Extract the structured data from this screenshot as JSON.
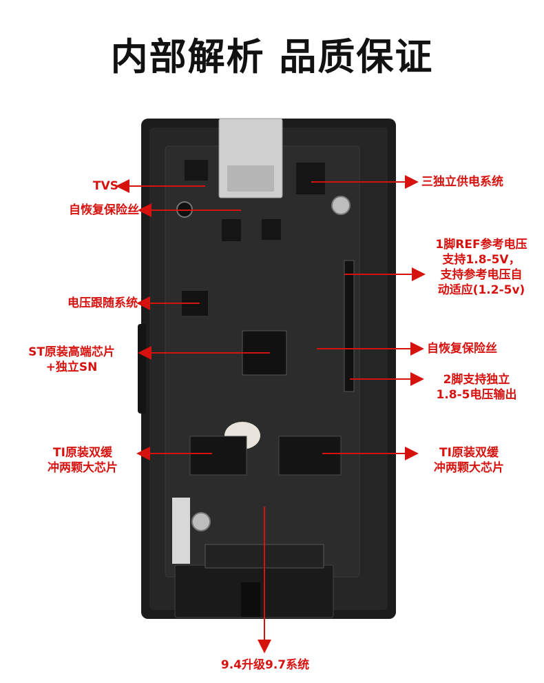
{
  "title": "内部解析  品质保证",
  "colors": {
    "annotation": "#d6120f",
    "case": "#1c1c1c",
    "pcb": "#2a2a2a",
    "text": "#111111"
  },
  "labels": {
    "tvs": "TVS",
    "fuse_left": "自恢复保险丝",
    "voltage_follow": "电压跟随系统",
    "st_chip_1": "ST原装高端芯片",
    "st_chip_2": "+独立SN",
    "ti_left_1": "TI原装双缓",
    "ti_left_2": "冲两颗大芯片",
    "upgrade": "9.4升级9.7系统",
    "power_supply": "三独立供电系统",
    "ref_1": "1脚REF参考电压",
    "ref_2": "支持1.8-5V，",
    "ref_3": "支持参考电压自",
    "ref_4": "动适应(1.2-5v)",
    "fuse_right": "自恢复保险丝",
    "pin2_1": "2脚支持独立",
    "pin2_2": "1.8-5电压输出",
    "ti_right_1": "TI原装双缓",
    "ti_right_2": "冲两颗大芯片"
  }
}
